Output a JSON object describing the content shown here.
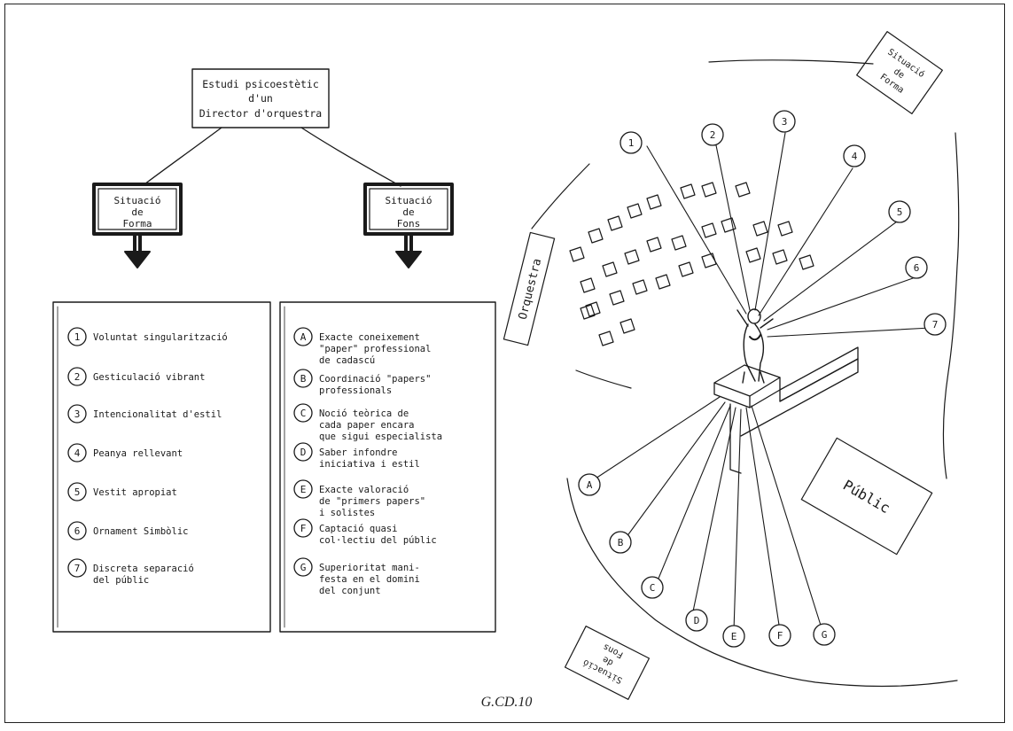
{
  "title_box": [
    "Estudi psicoestètic",
    "d'un",
    "Director d'orquestra"
  ],
  "form_box": [
    "Situació",
    "de",
    "Forma"
  ],
  "fons_box": [
    "Situació",
    "de",
    "Fons"
  ],
  "form_items": [
    {
      "n": "1",
      "lines": [
        "Voluntat singularització"
      ]
    },
    {
      "n": "2",
      "lines": [
        "Gesticulació vibrant"
      ]
    },
    {
      "n": "3",
      "lines": [
        "Intencionalitat d'estil"
      ]
    },
    {
      "n": "4",
      "lines": [
        "Peanya rellevant"
      ]
    },
    {
      "n": "5",
      "lines": [
        "Vestit apropiat"
      ]
    },
    {
      "n": "6",
      "lines": [
        "Ornament Simbòlic"
      ]
    },
    {
      "n": "7",
      "lines": [
        "Discreta separació",
        "del públic"
      ]
    }
  ],
  "fons_items": [
    {
      "n": "A",
      "lines": [
        "Exacte coneixement",
        "\"paper\" professional",
        "de cadascú"
      ]
    },
    {
      "n": "B",
      "lines": [
        "Coordinació \"papers\"",
        "professionals"
      ]
    },
    {
      "n": "C",
      "lines": [
        "Noció teòrica de",
        "cada paper encara",
        "que sigui especialista"
      ]
    },
    {
      "n": "D",
      "lines": [
        "Saber infondre",
        "iniciativa i estil"
      ]
    },
    {
      "n": "E",
      "lines": [
        "Exacte valoració",
        "de \"primers papers\"",
        "i solistes"
      ]
    },
    {
      "n": "F",
      "lines": [
        "Captació quasi",
        "col·lectiu del públic"
      ]
    },
    {
      "n": "G",
      "lines": [
        "Superioritat mani-",
        "festa en el domini",
        "del conjunt"
      ]
    }
  ],
  "top_numbers": [
    "1",
    "2",
    "3",
    "4",
    "5",
    "6",
    "7"
  ],
  "bottom_letters": [
    "A",
    "B",
    "C",
    "D",
    "E",
    "F",
    "G"
  ],
  "orquestra_label": "Orquestra",
  "public_label": "Públic",
  "corner_top": [
    "Situació",
    "de",
    "Forma"
  ],
  "corner_bottom": [
    "Situació",
    "de",
    "Fons"
  ],
  "caption": "G.CD.10"
}
